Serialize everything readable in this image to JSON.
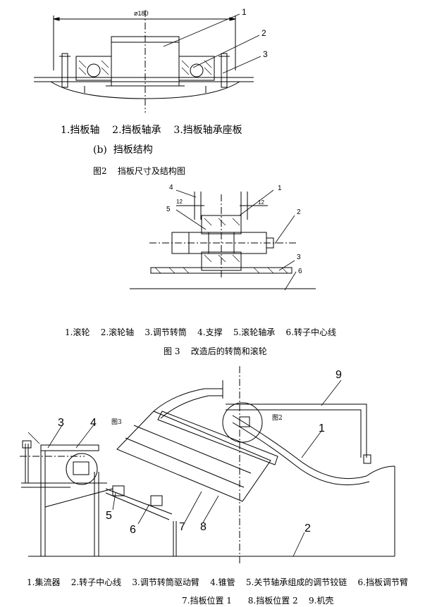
{
  "fig_b": {
    "dim": "ø180",
    "callouts": [
      "1",
      "2",
      "3"
    ],
    "legend": "1.挡板轴    2.挡板轴承    3.挡板轴承座板",
    "subcaption": "(b)  挡板结构",
    "caption": "图2    挡板尺寸及结构图"
  },
  "fig3": {
    "callouts": [
      "4",
      "1",
      "5",
      "2",
      "3",
      "6"
    ],
    "dims": [
      "12",
      "12"
    ],
    "legend": "1.滚轮    2.滚轮轴    3.调节转筒    4.支撑    5.滚轮轴承    6.转子中心线",
    "caption": "图 3    改造后的转筒和滚轮"
  },
  "main": {
    "callouts": [
      "9",
      "3",
      "4",
      "1",
      "5",
      "6",
      "7",
      "8",
      "2"
    ],
    "refs": [
      "图3",
      "图2"
    ],
    "legend_line1": "1.集流器    2.转子中心线    3.调节转筒驱动臂    4.锥管    5.关节轴承组成的调节铰链    6.挡板调节臂",
    "legend_line2": "7.挡板位置 1      8.挡板位置 2    9.机壳"
  }
}
